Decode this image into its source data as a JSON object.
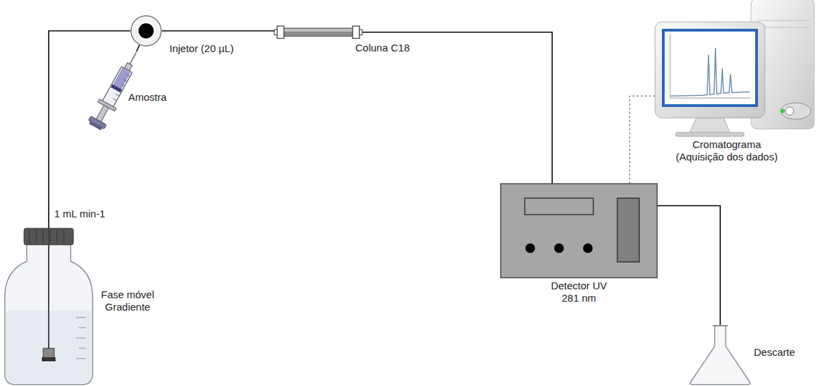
{
  "diagram": {
    "nodes": [
      {
        "text": [
          "Injetor (20 µL)"
        ]
      },
      {
        "text": [
          "Amostra"
        ]
      },
      {
        "text": [
          "Coluna C18"
        ]
      },
      {
        "text": [
          "Cromatograma (Aquisição dos dados)"
        ]
      },
      {
        "text": [
          "Detector UV 281 nm"
        ]
      },
      {
        "text": [
          "Fase móvel Gradiente"
        ]
      },
      {
        "text": [
          "Descarte"
        ]
      }
    ],
    "edges": [
      {
        "from": 5,
        "to": 0,
        "arrow": "none",
        "label": "1 mL min-1"
      },
      {
        "from": 1,
        "to": 0,
        "arrow": "none"
      },
      {
        "from": 0,
        "to": 2,
        "arrow": "none"
      },
      {
        "from": 2,
        "to": 4,
        "arrow": "none"
      },
      {
        "from": 4,
        "to": 3,
        "arrow": "none"
      },
      {
        "from": 4,
        "to": 6,
        "arrow": "none"
      }
    ]
  }
}
